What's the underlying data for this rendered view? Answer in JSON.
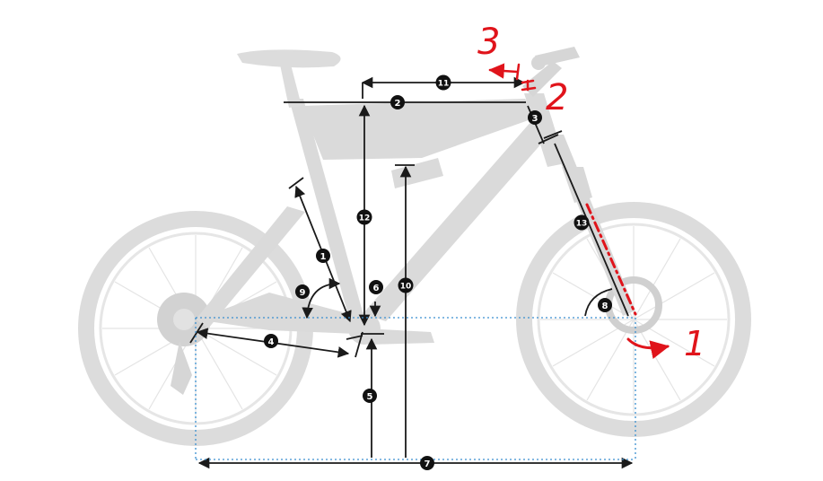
{
  "colors": {
    "bike": "#dcdcdc",
    "bike_dark": "#cfcfcf",
    "dimension": "#1a1a1a",
    "marker_fill": "#111111",
    "marker_text": "#ffffff",
    "dotted_guide": "#3a8fd0",
    "annotation": "#e0141b"
  },
  "dimension_markers": [
    "1",
    "2",
    "3",
    "4",
    "5",
    "6",
    "7",
    "8",
    "9",
    "10",
    "11",
    "12",
    "13"
  ],
  "annotations": {
    "stem_length": "3",
    "stack_reach": "2",
    "fork_offset": "1"
  }
}
